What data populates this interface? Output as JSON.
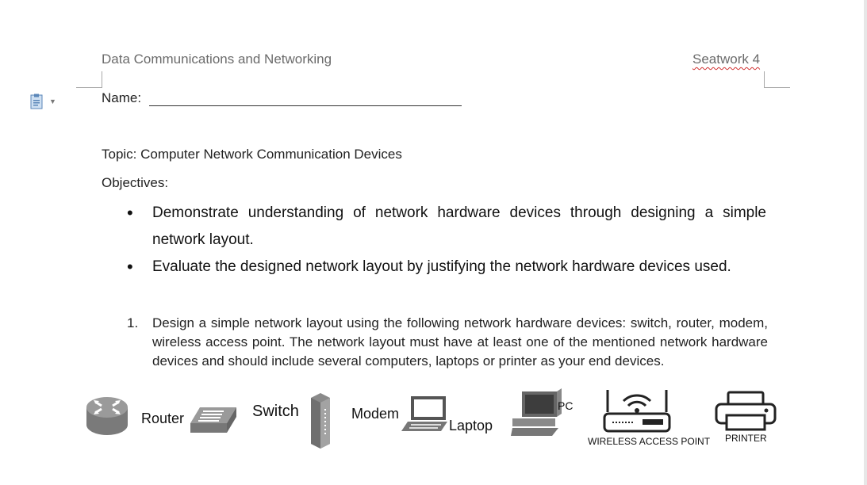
{
  "header": {
    "left": "Data Communications and Networking",
    "right": "Seatwork 4"
  },
  "paste_options": {
    "icon": "paste-options-icon"
  },
  "name_label": "Name:",
  "topic": "Topic: Computer Network Communication Devices",
  "objectives_label": "Objectives:",
  "objectives": [
    "Demonstrate understanding of network hardware devices through designing a simple network layout.",
    "Evaluate the designed network layout by justifying the network hardware devices used."
  ],
  "instructions": [
    {
      "number": "1.",
      "text": "Design a simple network layout using the following network hardware devices: switch, router, modem, wireless access point. The network layout must have at least one of the mentioned network hardware devices and should include several computers, laptops or printer as your end devices."
    }
  ],
  "devices": {
    "router": "Router",
    "switch": "Switch",
    "modem": "Modem",
    "laptop": "Laptop",
    "pc": "PC",
    "wap": "WIRELESS ACCESS POINT",
    "printer": "PRINTER"
  },
  "colors": {
    "spellcheck": "#d03030",
    "header_text": "#6b6b6b"
  }
}
